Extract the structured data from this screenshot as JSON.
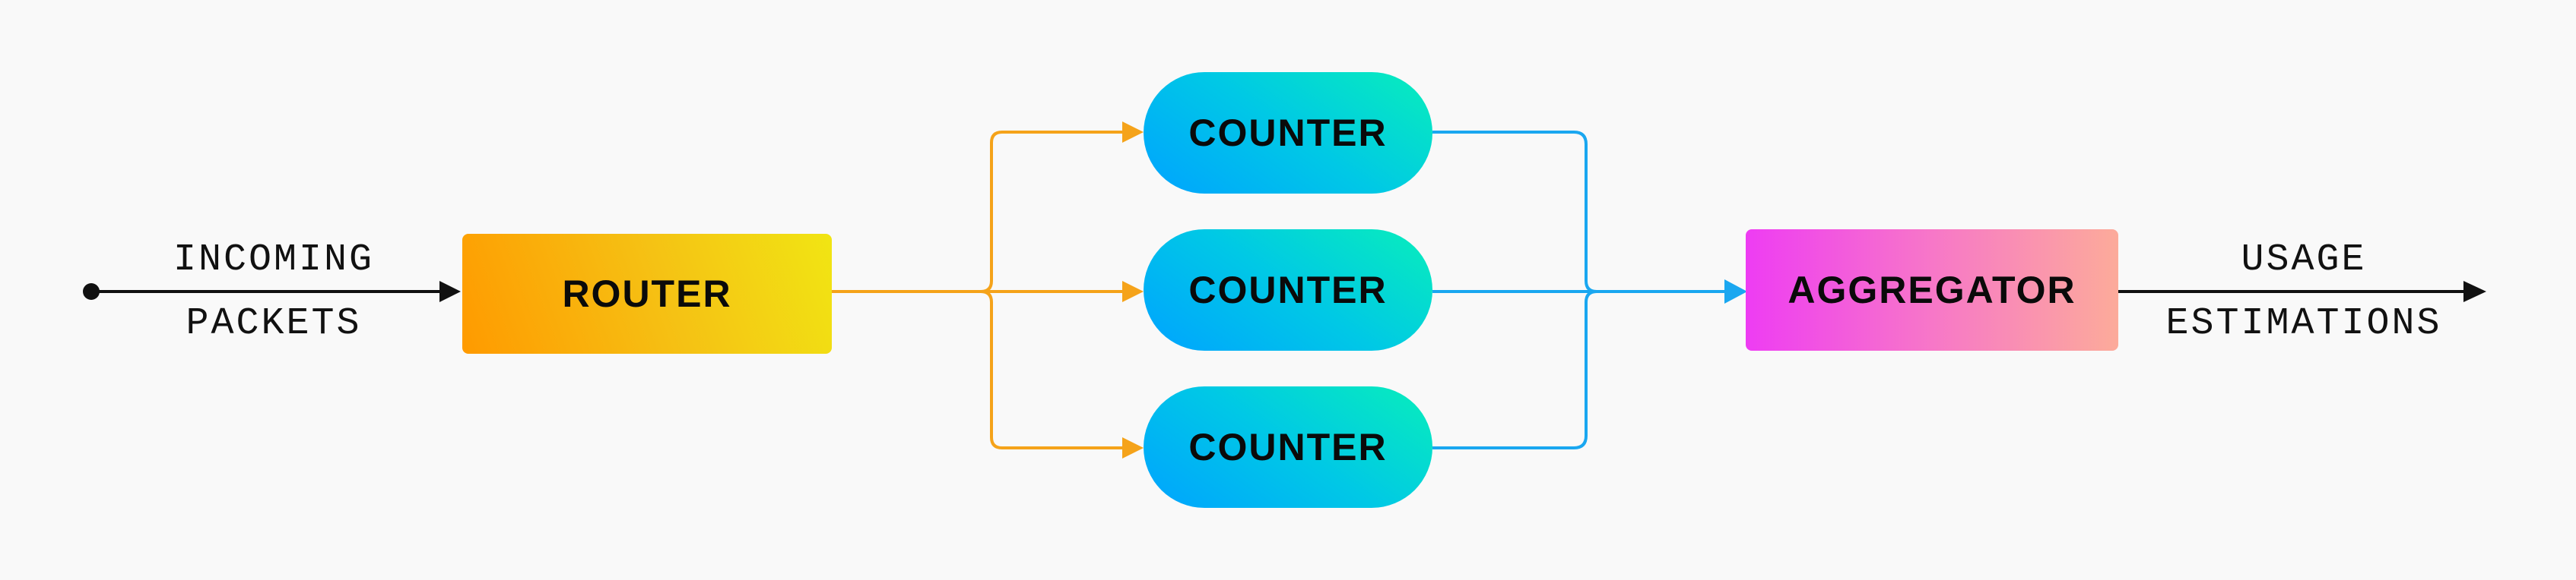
{
  "diagram": {
    "input_label_line1": "INCOMING",
    "input_label_line2": "PACKETS",
    "router_label": "ROUTER",
    "counters": [
      {
        "label": "COUNTER"
      },
      {
        "label": "COUNTER"
      },
      {
        "label": "COUNTER"
      }
    ],
    "aggregator_label": "AGGREGATOR",
    "output_label_line1": "USAGE",
    "output_label_line2": "ESTIMATIONS"
  },
  "colors": {
    "background": "#f9f9f9",
    "router_edges": "#f5a31a",
    "counter_edges": "#1aa7f0",
    "io_arrows": "#111111"
  }
}
